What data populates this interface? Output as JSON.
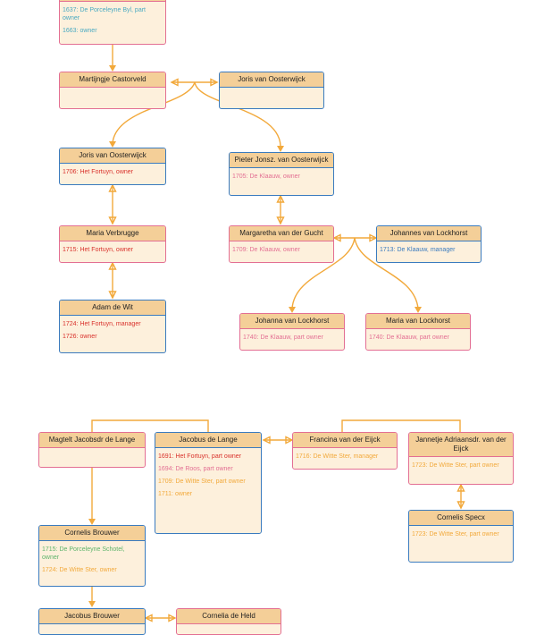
{
  "colors": {
    "connector": "#f2a93b",
    "male_border": "#3a7bbf",
    "female_border": "#e36f93",
    "header_fill": "#f4cf98",
    "body_fill": "#fdf0dc"
  },
  "nodes": {
    "top_partial": {
      "name": "",
      "events": [
        {
          "text": "1637: De Porceleyne Byl, part owner",
          "color": "teal"
        },
        {
          "text": "1663: owner",
          "color": "teal"
        }
      ]
    },
    "martijntje_castorveld": {
      "name": "Martijngje Castorveld",
      "events": []
    },
    "joris_van_oosterwijck_1": {
      "name": "Joris van Oosterwijck",
      "events": []
    },
    "joris_van_oosterwijck_2": {
      "name": "Joris van Oosterwijck",
      "events": [
        {
          "text": "1706: Het Fortuyn, owner",
          "color": "red"
        }
      ]
    },
    "pieter_jonsz": {
      "name": "Pieter Jonsz. van Oosterwijck",
      "events": [
        {
          "text": "1705: De Klaauw, owner",
          "color": "pink"
        }
      ]
    },
    "maria_verbrugge": {
      "name": "Maria Verbrugge",
      "events": [
        {
          "text": "1715: Het Fortuyn, owner",
          "color": "red"
        }
      ]
    },
    "margaretha_van_der_gucht": {
      "name": "Margaretha van der Gucht",
      "events": [
        {
          "text": "1709: De Klaauw, owner",
          "color": "pink"
        }
      ]
    },
    "johannes_van_lockhorst": {
      "name": "Johannes van Lockhorst",
      "events": [
        {
          "text": "1713: De Klaauw, manager",
          "color": "blue"
        }
      ]
    },
    "adam_de_wit": {
      "name": "Adam de Wit",
      "events": [
        {
          "text": "1724: Het Fortuyn, manager",
          "color": "red"
        },
        {
          "text": "1726: owner",
          "color": "red"
        }
      ]
    },
    "johanna_van_lockhorst": {
      "name": "Johanna van Lockhorst",
      "events": [
        {
          "text": "1740: De Klaauw, part owner",
          "color": "pink"
        }
      ]
    },
    "maria_van_lockhorst": {
      "name": "Maria van Lockhorst",
      "events": [
        {
          "text": "1740: De Klaauw, part owner",
          "color": "pink"
        }
      ]
    },
    "maghelt_de_lange": {
      "name": "Magtelt Jacobsdr de Lange",
      "events": []
    },
    "jacobus_de_lange": {
      "name": "Jacobus de Lange",
      "events": [
        {
          "text": "1691: Het Fortuyn, part owner",
          "color": "red"
        },
        {
          "text": "1694: De Roos, part owner",
          "color": "pink"
        },
        {
          "text": "1709: De Witte Ster, part owner",
          "color": "orange"
        },
        {
          "text": "1711: owner",
          "color": "orange"
        }
      ]
    },
    "francina_van_der_eijck": {
      "name": "Francina van der Eijck",
      "events": [
        {
          "text": "1716: De Witte Ster, manager",
          "color": "orange"
        }
      ]
    },
    "jannetje_van_der_eijck": {
      "name": "Jannetje Adriaansdr. van der Eijck",
      "events": [
        {
          "text": "1723: De Witte Ster, part owner",
          "color": "orange"
        }
      ]
    },
    "cornelis_brouwer": {
      "name": "Cornelis Brouwer",
      "events": [
        {
          "text": "1715: De Porceleyne Schotel, owner",
          "color": "green"
        },
        {
          "text": "1724: De Witte Ster, owner",
          "color": "orange"
        }
      ]
    },
    "cornelis_specx": {
      "name": "Cornelis Specx",
      "events": [
        {
          "text": "1723: De Witte Ster, part owner",
          "color": "orange"
        }
      ]
    },
    "jacobus_brouwer": {
      "name": "Jacobus Brouwer",
      "events": []
    },
    "cornelia_de_held": {
      "name": "Cornelia de Held",
      "events": []
    }
  }
}
